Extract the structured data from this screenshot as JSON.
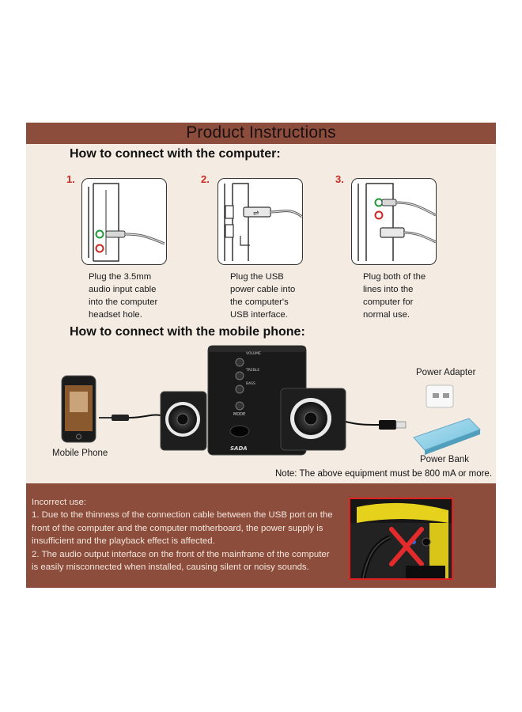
{
  "title": "Product Instructions",
  "computer_section": {
    "heading": "How to connect with the computer:",
    "steps": [
      {
        "number": "1.",
        "lines": [
          "Plug the 3.5mm",
          "audio input cable",
          "into the computer",
          "headset hole."
        ]
      },
      {
        "number": "2.",
        "lines": [
          "Plug the USB",
          "power cable into",
          "the computer's",
          "USB interface."
        ]
      },
      {
        "number": "3.",
        "lines": [
          "Plug both of the",
          "lines into the",
          "computer for",
          "normal use."
        ]
      }
    ]
  },
  "mobile_section": {
    "heading": "How to connect with the mobile phone:",
    "labels": {
      "mobile_phone": "Mobile Phone",
      "power_adapter": "Power Adapter",
      "power_bank": "Power Bank"
    },
    "speaker_controls": [
      "VOLUME",
      "TREBLE",
      "BASS",
      "MODE"
    ],
    "brand": "SADA",
    "note": "Note: The above equipment must be 800 mA or more."
  },
  "incorrect_use": {
    "lines": [
      "Incorrect use:",
      "1. Due to the thinness of the connection cable between the USB port on the",
      "front of the computer and the computer motherboard, the power supply is",
      "insufficient and the playback effect is affected.",
      "2. The audio output interface on the front of the mainframe of the computer",
      "is easily misconnected when installed, causing silent or noisy sounds."
    ]
  },
  "colors": {
    "band": "#8d4d3d",
    "panel": "#f4ece3",
    "step_number": "#c8281f",
    "warning_frame": "#e02020"
  }
}
